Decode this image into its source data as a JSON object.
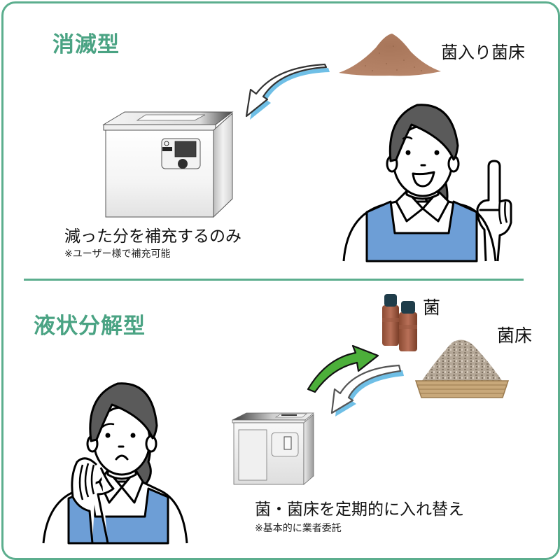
{
  "colors": {
    "accent_green": "#5cae8e",
    "title_green": "#4aa383",
    "arrow_blue": "#6fbfe6",
    "arrow_green": "#4caf3a",
    "apron_blue": "#6d9ed6",
    "hair_gray": "#5a5a5a"
  },
  "section_extinction": {
    "title": "消滅型",
    "material_label": "菌入り菌床",
    "caption": "減った分を補充するのみ",
    "note": "※ユーザー様で補充可能",
    "icons": [
      "powder-pile-icon",
      "curved-arrow-blue-icon",
      "machine-icon",
      "smiling-woman-pointing-icon"
    ]
  },
  "section_liquid": {
    "title": "液状分解型",
    "bacteria_label": "菌",
    "bed_label": "菌床",
    "caption": "菌・菌床を定期的に入れ替え",
    "note": "※基本的に業者委託",
    "icons": [
      "bottles-icon",
      "wood-chip-basket-icon",
      "curved-arrow-green-icon",
      "curved-arrow-blue-icon",
      "machine-icon",
      "worried-woman-icon"
    ]
  }
}
